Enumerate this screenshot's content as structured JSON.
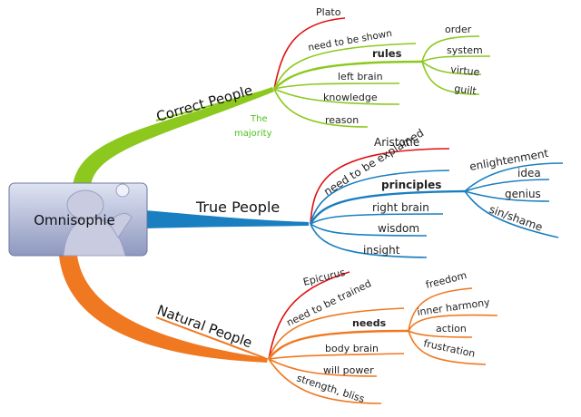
{
  "central": {
    "label": "Omnisophie"
  },
  "colors": {
    "green": "#8cc81e",
    "blue": "#1a7fc0",
    "orange": "#f07820",
    "red": "#e01010",
    "note": "#4cc21a"
  },
  "branches": {
    "correct": {
      "label": "Correct People",
      "note_line1": "The",
      "note_line2": "majority",
      "items": [
        "Plato",
        "need to be shown",
        "rules",
        "left brain",
        "knowledge",
        "reason"
      ],
      "sub": [
        "order",
        "system",
        "virtue",
        "guilt"
      ]
    },
    "true": {
      "label": "True People",
      "items": [
        "Aristotle",
        "need to be explained",
        "principles",
        "right brain",
        "wisdom",
        "insight"
      ],
      "sub": [
        "enlightenment",
        "idea",
        "genius",
        "sin/shame"
      ]
    },
    "natural": {
      "label": "Natural People",
      "items": [
        "Epicurus",
        "need to be trained",
        "needs",
        "body brain",
        "will power",
        "strength, bliss"
      ],
      "sub": [
        "freedom",
        "inner harmony",
        "action",
        "frustration"
      ]
    }
  }
}
